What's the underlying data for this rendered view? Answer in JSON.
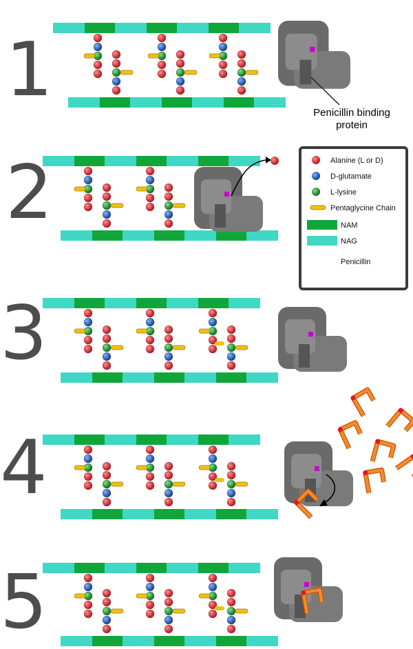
{
  "steps": [
    "1",
    "2",
    "3",
    "4",
    "5"
  ],
  "pbp_label_line1": "Penicillin binding",
  "pbp_label_line2": "protein",
  "legend": [
    {
      "label": "Alanine (L or D)",
      "key": "alanine"
    },
    {
      "label": "D-glutamate",
      "key": "glutamate"
    },
    {
      "label": "L-lysine",
      "key": "lysine"
    },
    {
      "label": "Pentaglycine Chain",
      "key": "glycine"
    },
    {
      "label": "NAM",
      "key": "nam"
    },
    {
      "label": "NAG",
      "key": "nag"
    },
    {
      "label": "Penicillin",
      "key": "penicillin"
    }
  ],
  "colors": {
    "alanine": "#d8262c",
    "glutamate": "#1e5fb8",
    "lysine": "#149a2b",
    "glycine": "#f2c012",
    "nam": "#11a63a",
    "nag": "#3fd8c4",
    "penicillin": "#f58a2d",
    "protein": "#6f6f6f",
    "active_site": "#cc00cc"
  }
}
